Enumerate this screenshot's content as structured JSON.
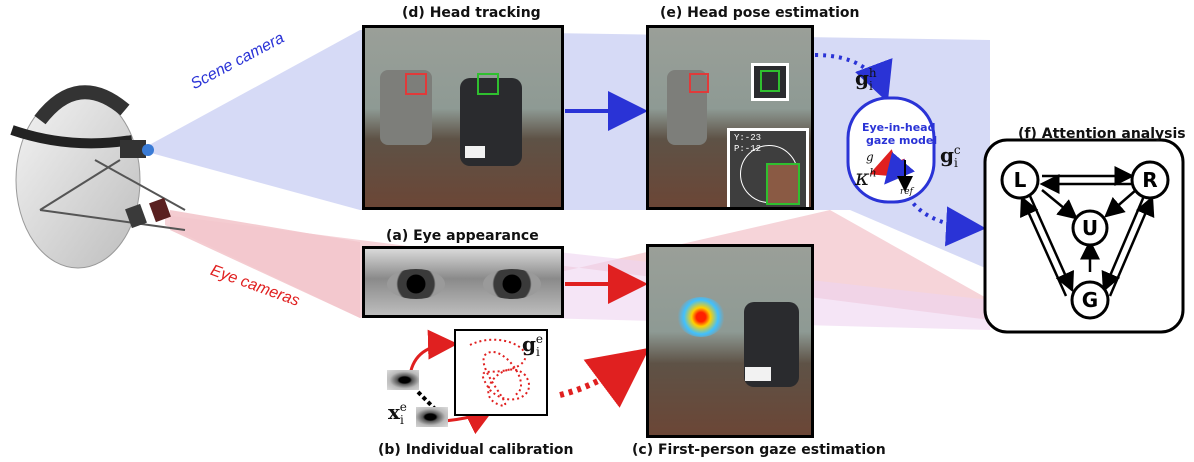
{
  "labels": {
    "scene_camera": "Scene camera",
    "eye_cameras": "Eye cameras",
    "head_tracking": "(d)  Head tracking",
    "head_pose": "(e)  Head pose estimation",
    "eye_appearance": "(a)  Eye appearance",
    "calibration": "(b)  Individual calibration",
    "fp_gaze": "(c)  First-person gaze estimation",
    "attention": "(f)  Attention analysis"
  },
  "math": {
    "g_h_base": "g",
    "g_h_sub": "i",
    "g_h_sup": "h",
    "g_c_base": "g",
    "g_c_sub": "i",
    "g_c_sup": "c",
    "g_e_base": "g",
    "g_e_sub": "i",
    "g_e_sup": "e",
    "x_e_base": "x",
    "x_e_sub": "i",
    "x_e_sup": "e"
  },
  "gaze_model": {
    "title_line1": "Eye-in-head",
    "title_line2": "gaze model",
    "g_label": "g",
    "kappa": "κ",
    "kappa_sup": "h",
    "ref": "ref"
  },
  "pose_overlay": {
    "yaw": "Y:-23",
    "pitch": "P:-12"
  },
  "graph": {
    "nodes": [
      "L",
      "R",
      "U",
      "G"
    ]
  },
  "colors": {
    "scene_blue": "#2a33d6",
    "eye_red": "#e02020",
    "blue_band": "#c8ccf3",
    "red_band": "#f3c8cc",
    "face_box_red": "#e03a3a",
    "face_box_green": "#2fbf2f"
  }
}
